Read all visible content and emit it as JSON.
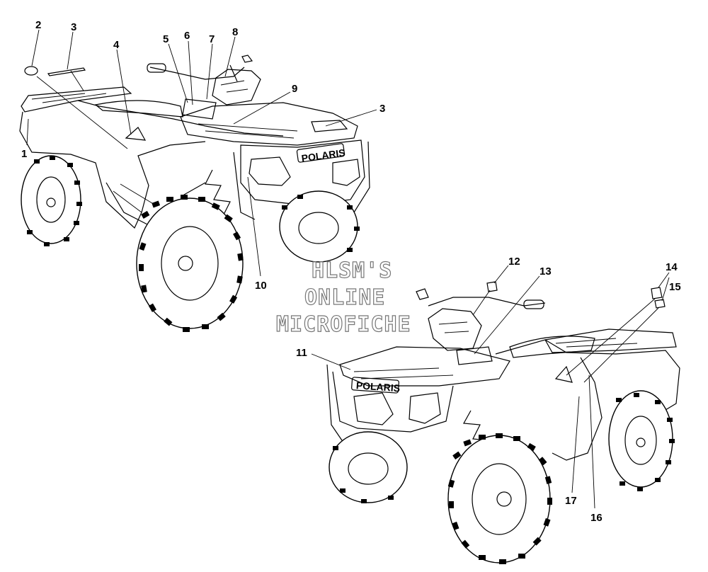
{
  "watermark": {
    "line1": "HLSM'S",
    "line2": "ONLINE",
    "line3": "MICROFICHE"
  },
  "brand": "POLARIS",
  "callouts": [
    {
      "id": "c1",
      "label": "1"
    },
    {
      "id": "c2",
      "label": "2"
    },
    {
      "id": "c3a",
      "label": "3"
    },
    {
      "id": "c4",
      "label": "4"
    },
    {
      "id": "c5",
      "label": "5"
    },
    {
      "id": "c6",
      "label": "6"
    },
    {
      "id": "c7",
      "label": "7"
    },
    {
      "id": "c8",
      "label": "8"
    },
    {
      "id": "c9",
      "label": "9"
    },
    {
      "id": "c3b",
      "label": "3"
    },
    {
      "id": "c10",
      "label": "10"
    },
    {
      "id": "c11",
      "label": "11"
    },
    {
      "id": "c12",
      "label": "12"
    },
    {
      "id": "c13",
      "label": "13"
    },
    {
      "id": "c14",
      "label": "14"
    },
    {
      "id": "c15",
      "label": "15"
    },
    {
      "id": "c16",
      "label": "16"
    },
    {
      "id": "c17",
      "label": "17"
    }
  ]
}
